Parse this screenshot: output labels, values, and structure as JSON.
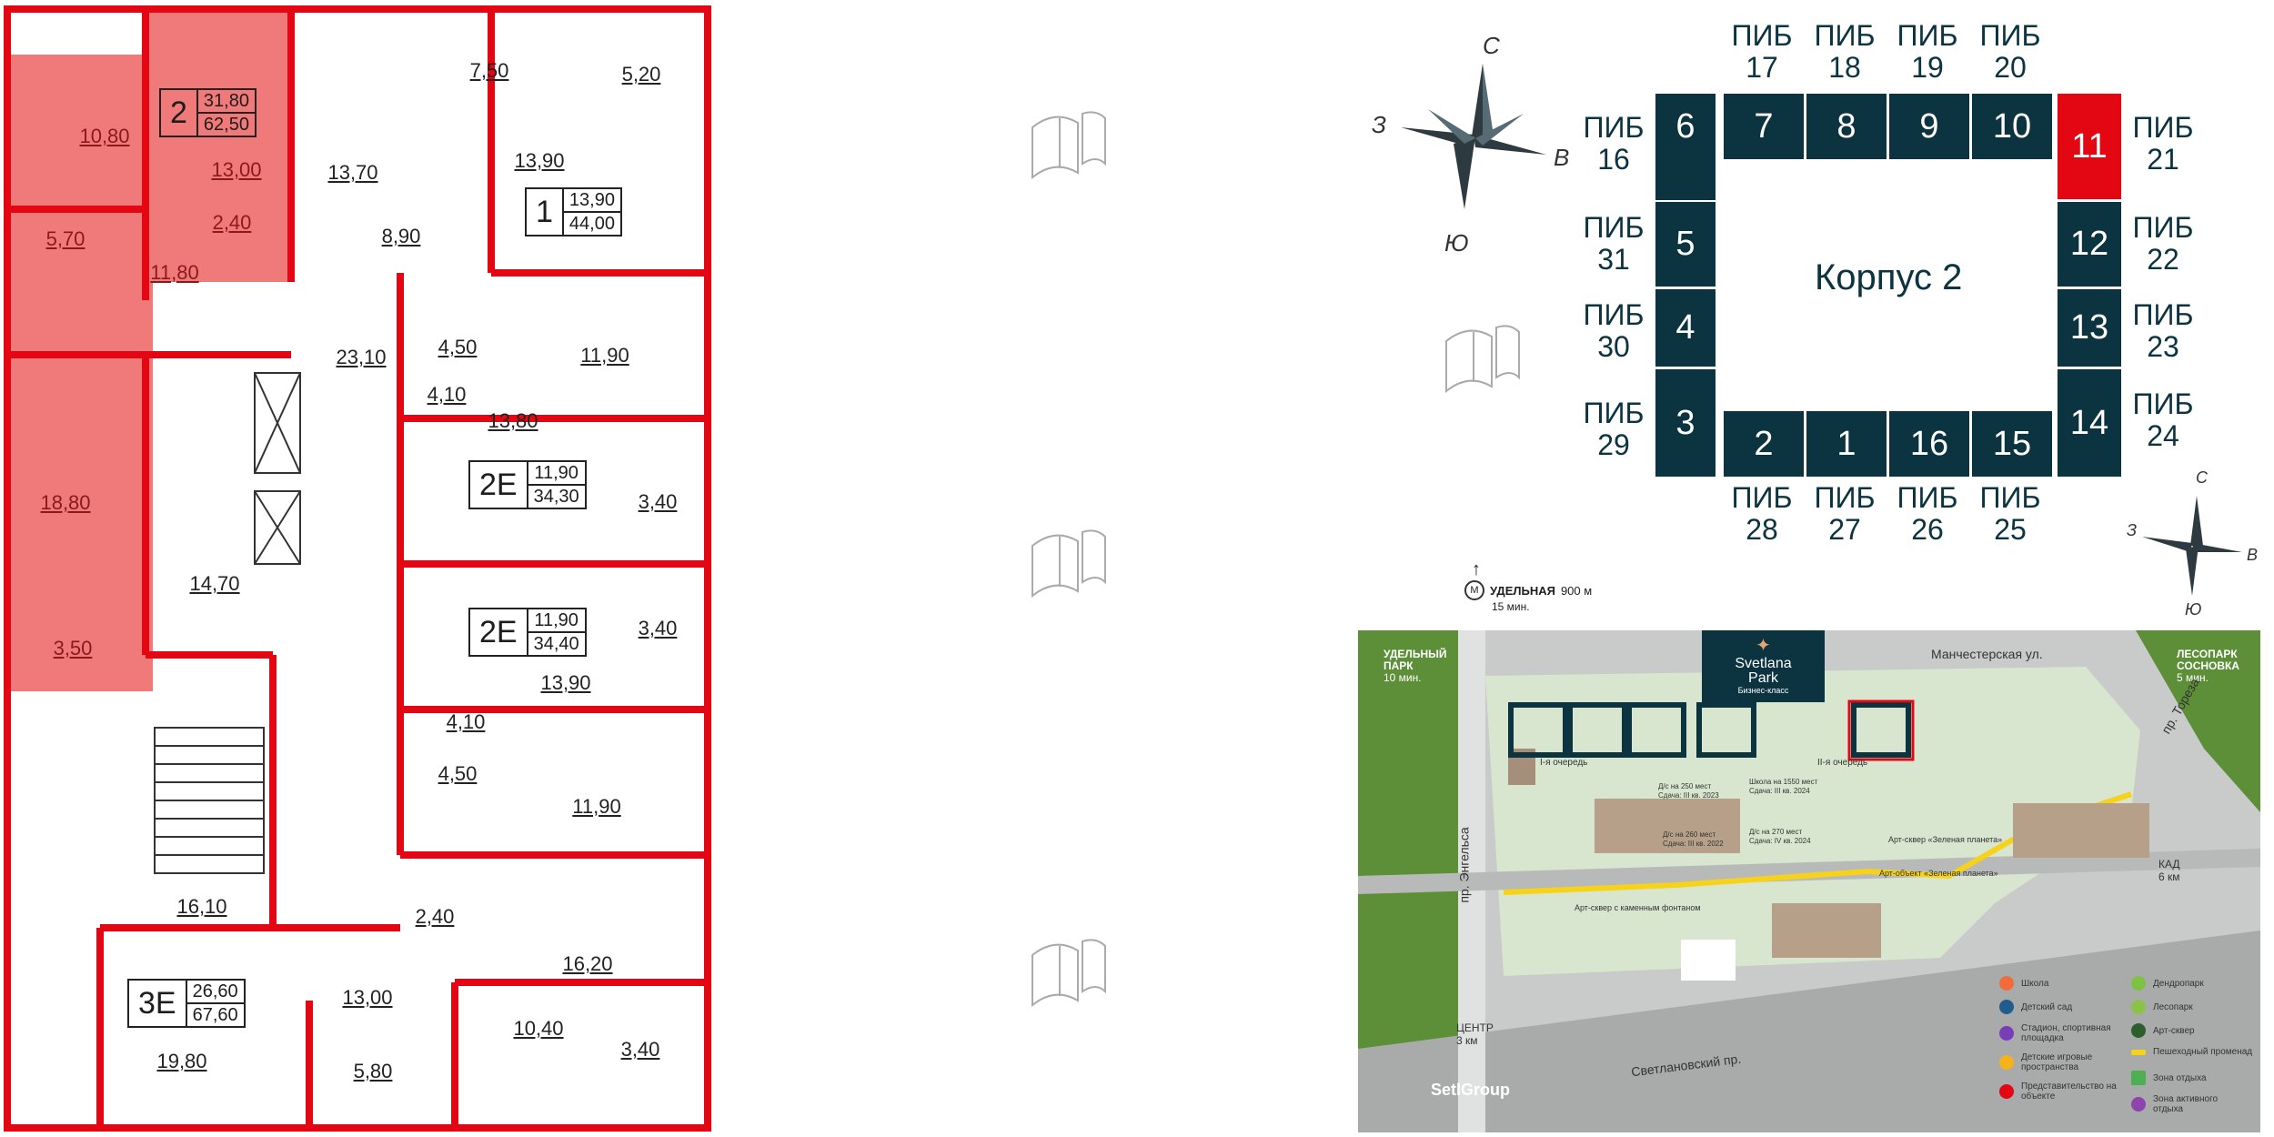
{
  "plan": {
    "rooms_highlight": [
      "10,80",
      "13,00",
      "2,40",
      "5,70",
      "11,80",
      "18,80",
      "3,50"
    ],
    "rooms": [
      "7,50",
      "5,20",
      "13,70",
      "13,90",
      "8,90",
      "23,10",
      "4,50",
      "11,90",
      "4,10",
      "13,80",
      "3,40",
      "14,70",
      "3,40",
      "13,90",
      "4,10",
      "4,50",
      "11,90",
      "16,10",
      "2,40",
      "16,20",
      "13,00",
      "10,40",
      "3,40",
      "19,80",
      "5,80"
    ],
    "apartments": [
      {
        "type": "2",
        "living": "31,80",
        "total": "62,50"
      },
      {
        "type": "1",
        "living": "13,90",
        "total": "44,00"
      },
      {
        "type": "2Е",
        "living": "11,90",
        "total": "34,30"
      },
      {
        "type": "2Е",
        "living": "11,90",
        "total": "34,40"
      },
      {
        "type": "3Е",
        "living": "26,60",
        "total": "67,60"
      }
    ]
  },
  "compass": {
    "n": "С",
    "w": "З",
    "e": "В",
    "s": "Ю"
  },
  "scheme": {
    "title": "Корпус 2",
    "active_section": "11",
    "sections_top": [
      "6",
      "7",
      "8",
      "9",
      "10",
      "11"
    ],
    "sections_right": [
      "12",
      "13",
      "14"
    ],
    "sections_bottom": [
      "3",
      "2",
      "1",
      "16",
      "15"
    ],
    "sections_left": [
      "5",
      "4"
    ],
    "pib_prefix": "ПИБ",
    "pibs_top": [
      "17",
      "18",
      "19",
      "20"
    ],
    "pibs_left": [
      "16",
      "31",
      "30",
      "29"
    ],
    "pibs_right": [
      "21",
      "22",
      "23",
      "24"
    ],
    "pibs_bottom": [
      "28",
      "27",
      "26",
      "25"
    ]
  },
  "map": {
    "metro_name": "УДЕЛЬНАЯ",
    "metro_dist": "900 м",
    "metro_time": "15 мин.",
    "brand_line1": "Svetlana",
    "brand_line2": "Park",
    "brand_sub": "Бизнес-класс",
    "park_left_1": "УДЕЛЬНЫЙ",
    "park_left_2": "ПАРК",
    "park_left_time": "10 мин.",
    "park_right_1": "ЛЕСОПАРК",
    "park_right_2": "СОСНОВКА",
    "park_right_time": "5 мин.",
    "street_top": "Манчестерская ул.",
    "street_torez": "пр. Тореза",
    "street_engels": "пр. Энгельса",
    "street_svetl": "Светлановский пр.",
    "kad": "КАД",
    "kad_dist": "6 км",
    "center": "ЦЕНТР",
    "center_dist": "3 км",
    "queue1": "I-я очередь",
    "queue2": "II-я очередь",
    "school": "Школа на 1550 мест",
    "school_date": "Сдача: III кв. 2024",
    "kg250": "Д/с на 250 мест",
    "kg250_date": "Сдача: III кв. 2023",
    "kg260": "Д/с на 260 мест",
    "kg260_date": "Сдача: III кв. 2022",
    "kg270": "Д/с на 270 мест",
    "kg270_date": "Сдача: IV кв. 2024",
    "art1": "Арт-сквер «Зеленая планета»",
    "art2": "Арт-объект «Зеленая планета»",
    "art3": "Арт-сквер с каменным фонтаном",
    "developer": "SetlGroup",
    "legend": [
      {
        "label": "Школа",
        "color": "#f26b3a"
      },
      {
        "label": "Детский сад",
        "color": "#1f5d8c"
      },
      {
        "label": "Стадион, спортивная площадка",
        "color": "#7a3db8"
      },
      {
        "label": "Детские игровые пространства",
        "color": "#f5b21c"
      },
      {
        "label": "Представительство на объекте",
        "color": "#e30613"
      },
      {
        "label": "Дендропарк",
        "color": "#7dc242"
      },
      {
        "label": "Лесопарк",
        "color": "#8bc34a"
      },
      {
        "label": "Арт-сквер",
        "color": "#2e5e2e"
      },
      {
        "label": "Пешеходный променад",
        "color": "#f7d21b"
      },
      {
        "label": "Зона отдыха",
        "color": "#4caf50"
      },
      {
        "label": "Зона активного отдыха",
        "color": "#8e44ad"
      }
    ]
  }
}
